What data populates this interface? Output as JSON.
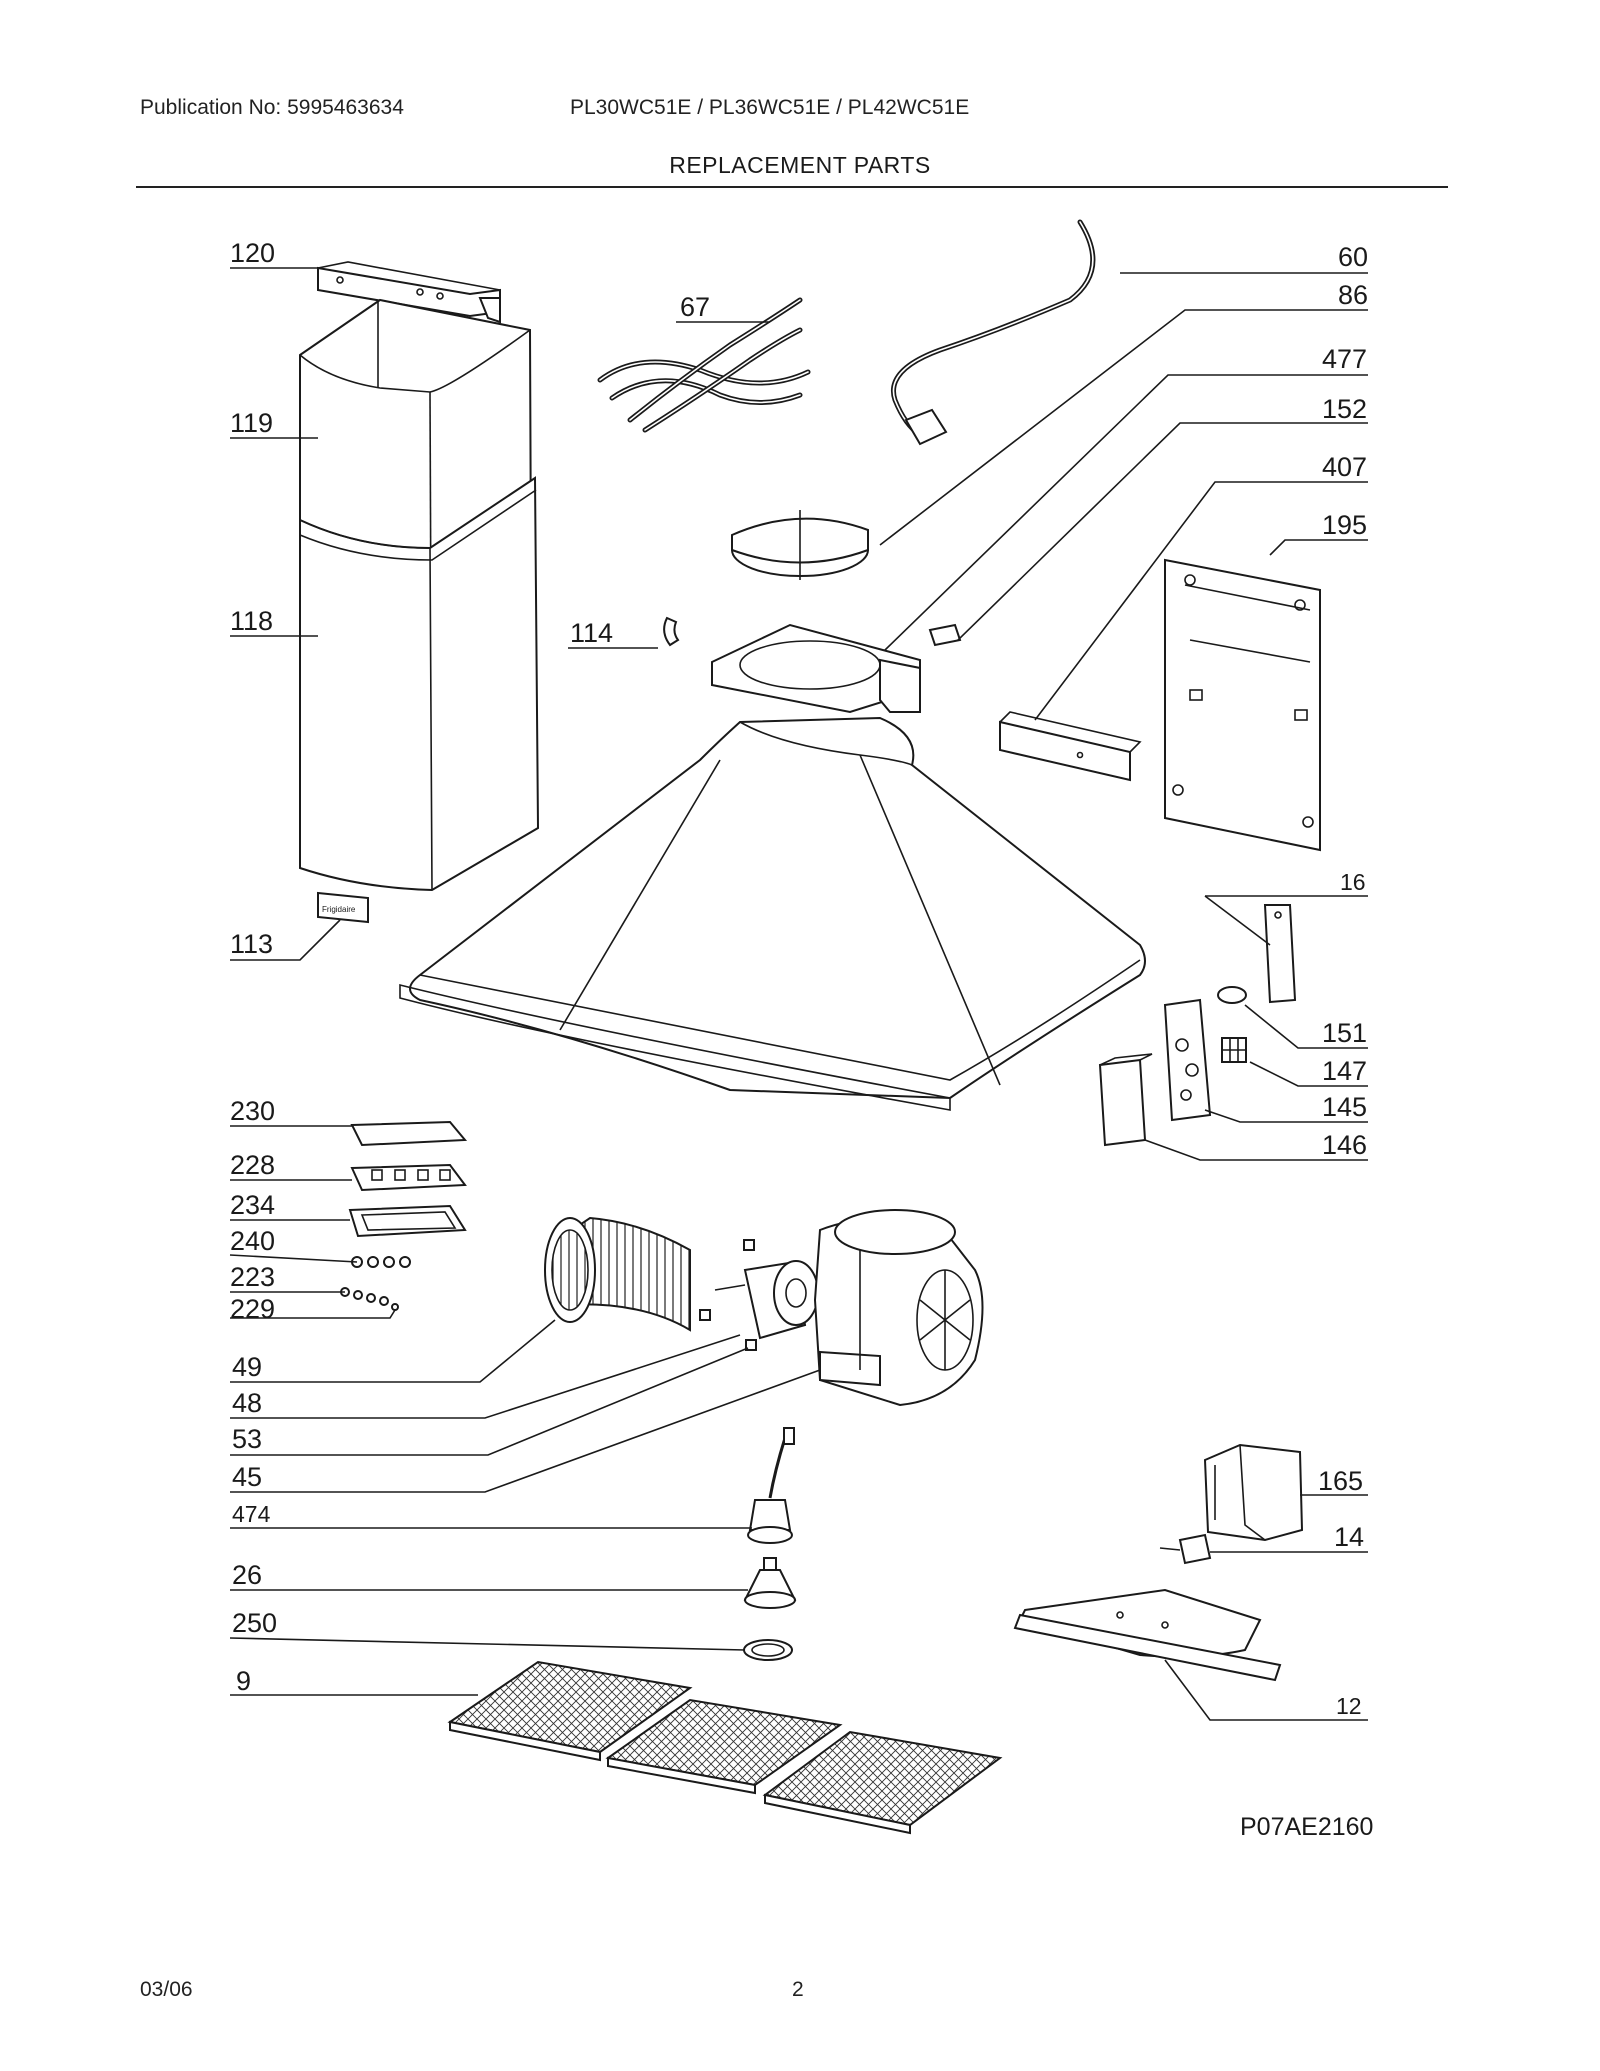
{
  "header": {
    "publication": "Publication No: 5995463634",
    "models": "PL30WC51E / PL36WC51E / PL42WC51E",
    "title": "REPLACEMENT PARTS"
  },
  "footer": {
    "date": "03/06",
    "page": "2"
  },
  "diagram_code": "P07AE2160",
  "badge_text": "Frigidaire",
  "labels": {
    "p120": "120",
    "p119": "119",
    "p118": "118",
    "p113": "113",
    "p67": "67",
    "p114": "114",
    "p60": "60",
    "p86": "86",
    "p477": "477",
    "p152": "152",
    "p407": "407",
    "p195": "195",
    "p16": "16",
    "p151": "151",
    "p147": "147",
    "p145": "145",
    "p146": "146",
    "p230": "230",
    "p228": "228",
    "p234": "234",
    "p240": "240",
    "p223": "223",
    "p229": "229",
    "p49": "49",
    "p48": "48",
    "p53": "53",
    "p45": "45",
    "p474": "474",
    "p26": "26",
    "p250": "250",
    "p9": "9",
    "p165": "165",
    "p14": "14",
    "p12": "12"
  }
}
